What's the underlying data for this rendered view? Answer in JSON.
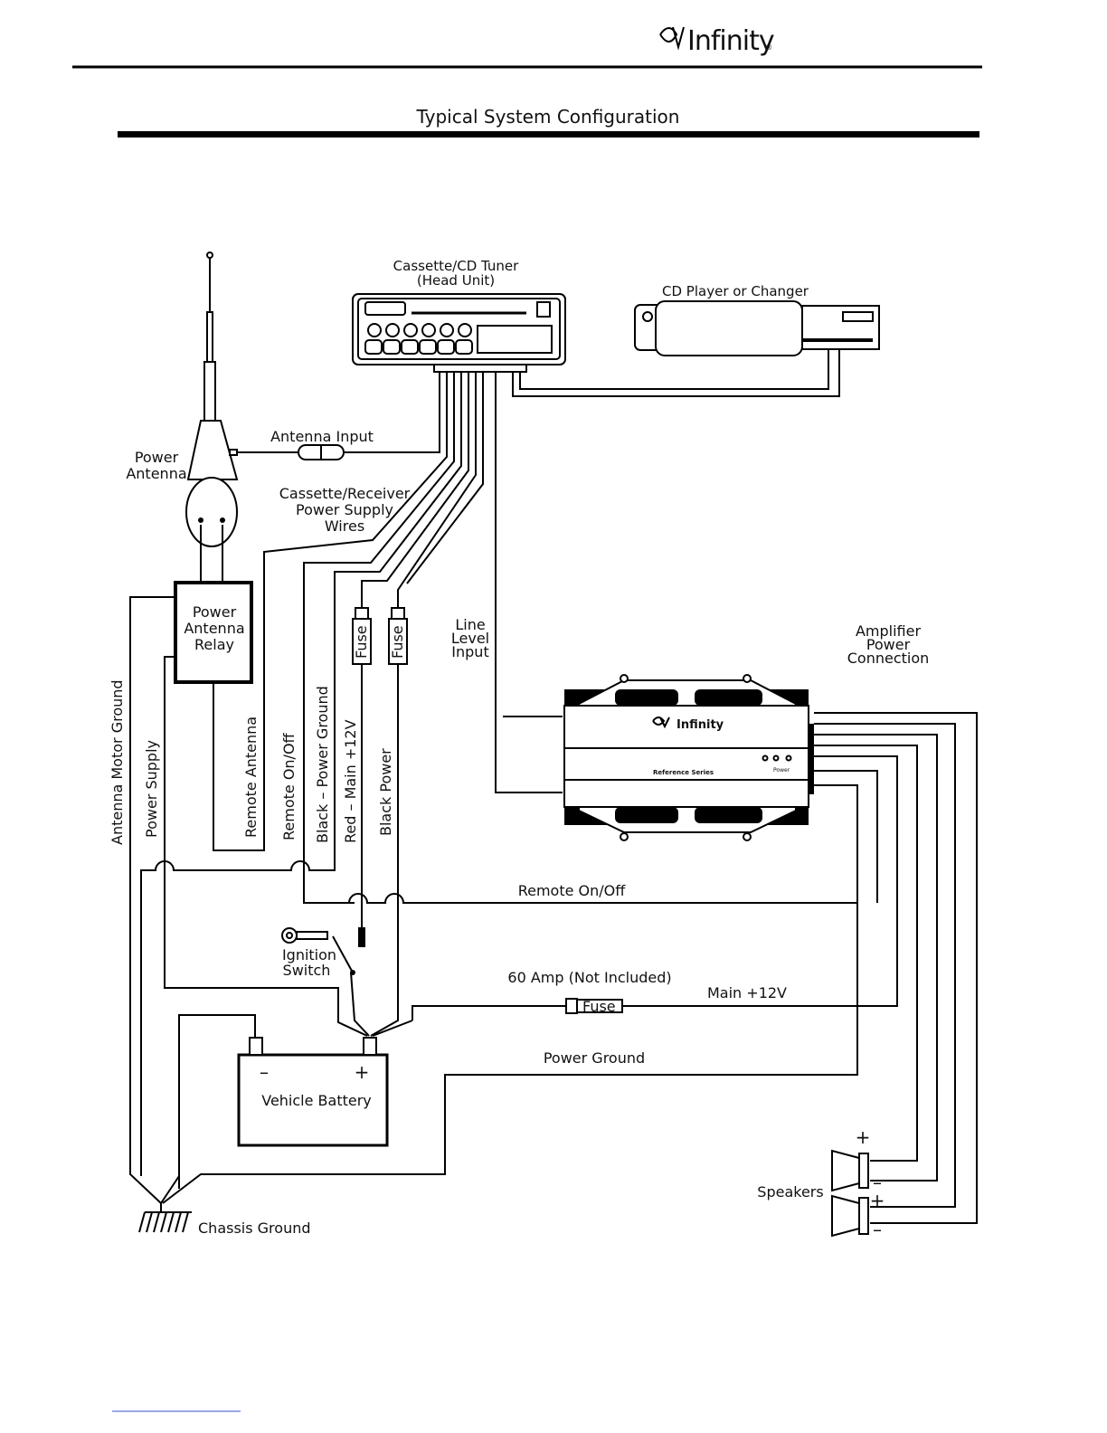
{
  "header": {
    "brand": "Infinity",
    "brand_mark": "®",
    "title": "Typical System Configuration"
  },
  "labels": {
    "head_unit_1": "Cassette/CD Tuner",
    "head_unit_2": "(Head Unit)",
    "cd_player": "CD Player or Changer",
    "antenna_input": "Antenna Input",
    "power_antenna_1": "Power",
    "power_antenna_2": "Antenna",
    "supply_wires_1": "Cassette/Receiver",
    "supply_wires_2": "Power Supply",
    "supply_wires_3": "Wires",
    "relay_1": "Power",
    "relay_2": "Antenna",
    "relay_3": "Relay",
    "fuse": "Fuse",
    "line_level_1": "Line",
    "line_level_2": "Level",
    "line_level_3": "Input",
    "amp_conn_1": "Amplifier",
    "amp_conn_2": "Power",
    "amp_conn_3": "Connection",
    "amp_brand": "Infinity",
    "amp_series": "Reference Series",
    "amp_panel": "Power",
    "v_antenna_motor_ground": "Antenna Motor Ground",
    "v_power_supply": "Power Supply",
    "v_remote_antenna": "Remote Antenna",
    "v_remote_onoff": "Remote On/Off",
    "v_black_power_ground": "Black – Power Ground",
    "v_red_main": "Red – Main +12V",
    "v_black_power": "Black Power",
    "remote_onoff": "Remote On/Off",
    "ignition_1": "Ignition",
    "ignition_2": "Switch",
    "amp_60": "60 Amp (Not Included)",
    "main_12v": "Main +12V",
    "fuse_main": "Fuse",
    "power_ground": "Power Ground",
    "battery": "Vehicle Battery",
    "battery_neg": "–",
    "battery_pos": "+",
    "speakers": "Speakers",
    "spk_plus": "+",
    "spk_minus": "–",
    "chassis_ground": "Chassis Ground"
  }
}
